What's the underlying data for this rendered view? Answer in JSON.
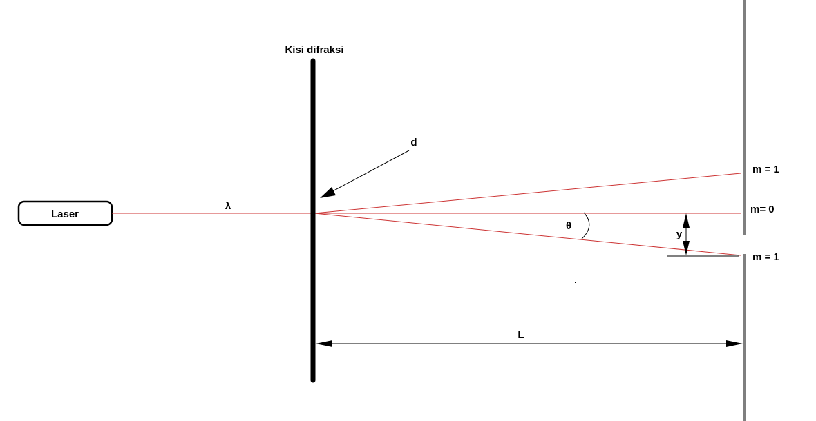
{
  "colors": {
    "laser_beam": "#cc3333",
    "grating": "#000000",
    "screen": "#7f7f7f",
    "background": "#ffffff"
  },
  "labels": {
    "grating_title": "Kisi difraksi",
    "laser": "Laser",
    "wavelength": "λ",
    "slit_spacing": "d",
    "angle": "θ",
    "displacement": "y",
    "distance": "L",
    "order_top": "m = 1",
    "order_center": "m= 0",
    "order_bottom": "m = 1"
  }
}
